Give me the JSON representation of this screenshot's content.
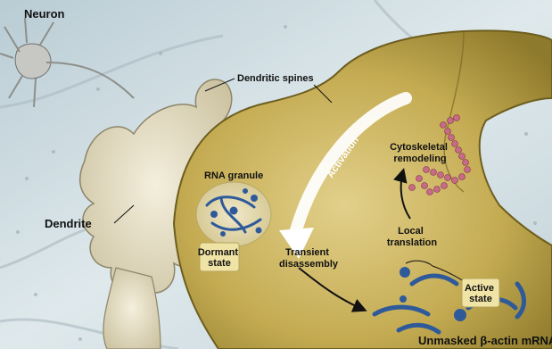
{
  "labels": {
    "neuron": "Neuron",
    "dendritic_spines": "Dendritic spines",
    "dendrite": "Dendrite",
    "rna_granule": "RNA granule",
    "dormant_state_line1": "Dormant",
    "dormant_state_line2": "state",
    "activation": "Activation",
    "cytoskeletal_line1": "Cytoskeletal",
    "cytoskeletal_line2": "remodeling",
    "local_translation_line1": "Local",
    "local_translation_line2": "translation",
    "transient_line1": "Transient",
    "transient_line2": "disassembly",
    "active_state_line1": "Active",
    "active_state_line2": "state",
    "unmasked_mrna": "Unmasked β-actin mRNA"
  },
  "colors": {
    "background": "#cfdde3",
    "spine_fill": "#c9b25a",
    "spine_edge": "#7a6a22",
    "dendrite_fill": "#e7e0c6",
    "mrna_blue": "#2f5a9a",
    "actin_pink": "#c76b86",
    "label_box": "#efe3a6",
    "activation_arrow": "#ffffff"
  }
}
